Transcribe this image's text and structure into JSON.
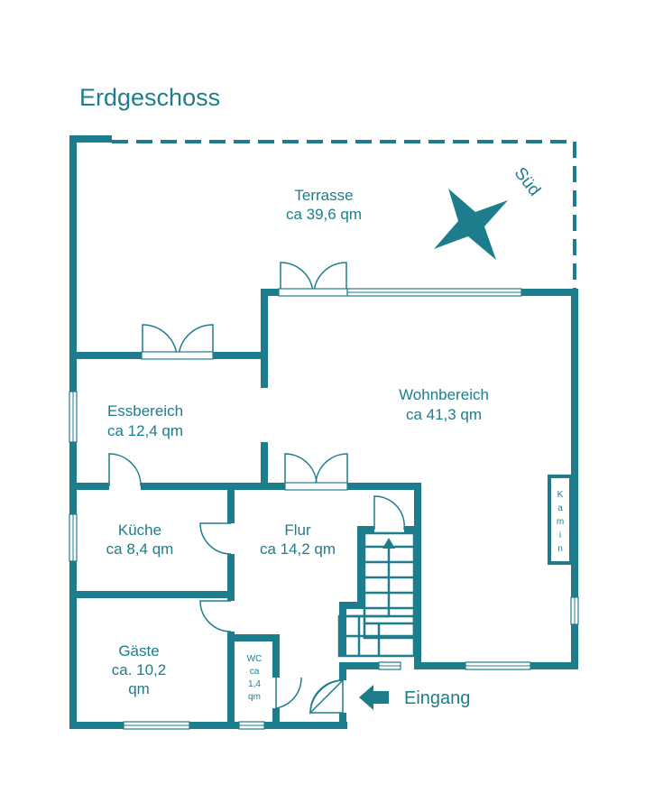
{
  "title": "Erdgeschoss",
  "rooms": {
    "terrasse": {
      "name": "Terrasse",
      "area": "ca 39,6 qm"
    },
    "wohnbereich": {
      "name": "Wohnbereich",
      "area": "ca 41,3 qm"
    },
    "essbereich": {
      "name": "Essbereich",
      "area": "ca 12,4 qm"
    },
    "kueche": {
      "name": "Küche",
      "area": "ca 8,4 qm"
    },
    "flur": {
      "name": "Flur",
      "area": "ca 14,2 qm"
    },
    "gaeste": {
      "line1": "Gäste",
      "line2": "ca. 10,2",
      "line3": "qm"
    },
    "wc": {
      "line1": "WC",
      "line2": "ca",
      "line3": "1,4",
      "line4": "qm"
    }
  },
  "kamin": {
    "letters": [
      "K",
      "a",
      "m",
      "i",
      "n"
    ]
  },
  "compass": {
    "label": "Süd"
  },
  "entrance": {
    "label": "Eingang"
  },
  "colors": {
    "primary": "#1e7d8c",
    "background": "#ffffff"
  }
}
